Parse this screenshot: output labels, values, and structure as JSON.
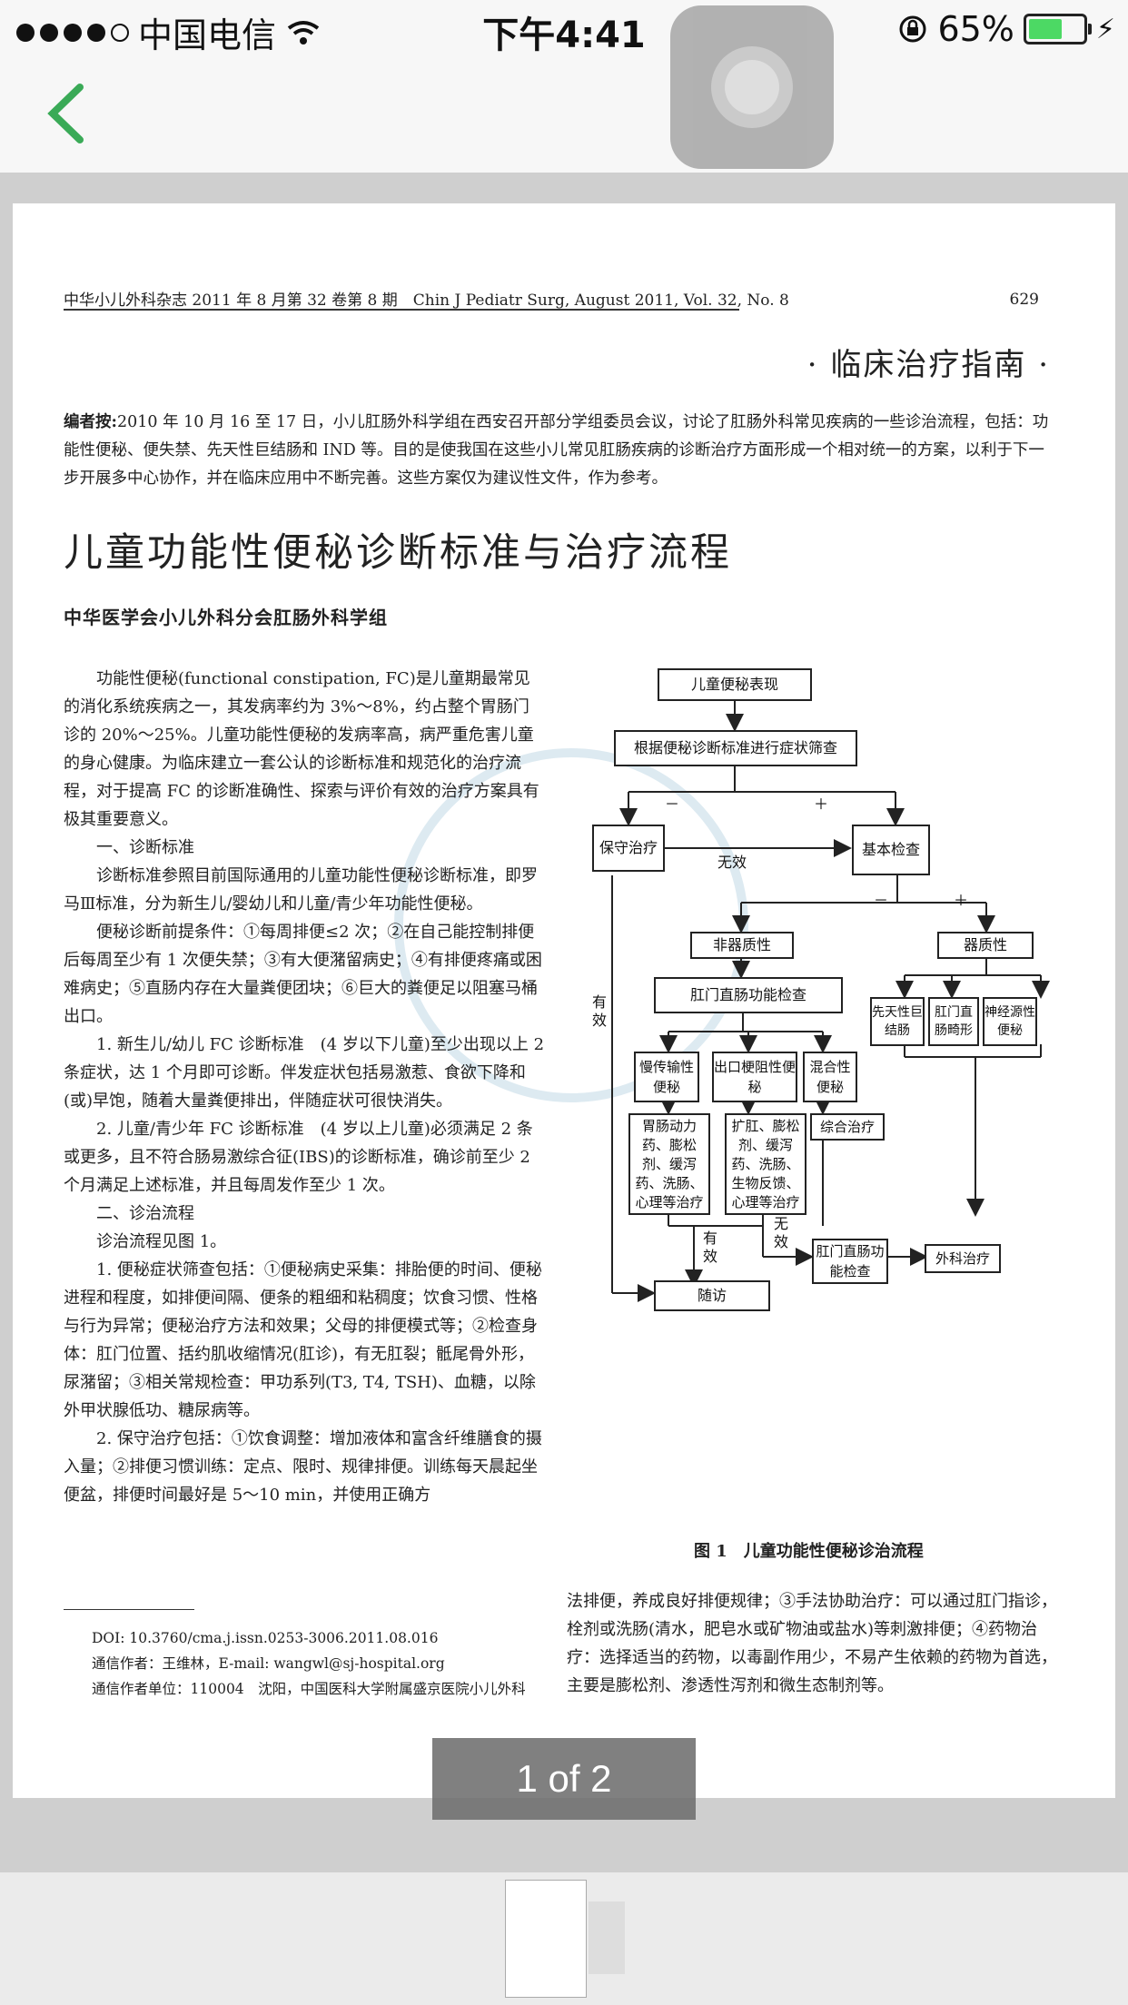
{
  "status_bar": {
    "carrier": "中国电信",
    "time": "下午4:41",
    "battery_percent": "65%",
    "battery_level": 0.65
  },
  "nav": {
    "back_icon": "chevron-left-icon",
    "accent": "#3aaa57"
  },
  "document": {
    "journal_header": "中华小儿外科杂志 2011 年 8 月第 32 卷第 8 期　Chin J Pediatr Surg, August 2011, Vol. 32, No. 8",
    "page_number": "629",
    "section_title": "· 临床治疗指南 ·",
    "editor_label": "编者按:",
    "editor_note": "2010 年 10 月 16 至 17 日，小儿肛肠外科学组在西安召开部分学组委员会议，讨论了肛肠外科常见疾病的一些诊治流程，包括：功能性便秘、便失禁、先天性巨结肠和 IND 等。目的是使我国在这些小儿常见肛肠疾病的诊断治疗方面形成一个相对统一的方案，以利于下一步开展多中心协作，并在临床应用中不断完善。这些方案仅为建议性文件，作为参考。",
    "title": "儿童功能性便秘诊断标准与治疗流程",
    "author": "中华医学会小儿外科分会肛肠外科学组",
    "left_paragraphs": [
      "功能性便秘(functional constipation, FC)是儿童期最常见的消化系统疾病之一，其发病率约为 3%～8%，约占整个胃肠门诊的 20%～25%。儿童功能性便秘的发病率高，病严重危害儿童的身心健康。为临床建立一套公认的诊断标准和规范化的治疗流程，对于提高 FC 的诊断准确性、探索与评价有效的治疗方案具有极其重要意义。",
      "一、诊断标准",
      "诊断标准参照目前国际通用的儿童功能性便秘诊断标准，即罗马Ⅲ标准，分为新生儿/婴幼儿和儿童/青少年功能性便秘。",
      "便秘诊断前提条件：①每周排便≤2 次；②在自己能控制排便后每周至少有 1 次便失禁；③有大便潴留病史；④有排便疼痛或困难病史；⑤直肠内存在大量粪便团块；⑥巨大的粪便足以阻塞马桶出口。",
      "1. 新生儿/幼儿 FC 诊断标准　(4 岁以下儿童)至少出现以上 2 条症状，达 1 个月即可诊断。伴发症状包括易激惹、食欲下降和(或)早饱，随着大量粪便排出，伴随症状可很快消失。",
      "2. 儿童/青少年 FC 诊断标准　(4 岁以上儿童)必须满足 2 条或更多，且不符合肠易激综合征(IBS)的诊断标准，确诊前至少 2 个月满足上述标准，并且每周发作至少 1 次。",
      "二、诊治流程",
      "诊治流程见图 1。",
      "1. 便秘症状筛查包括：①便秘病史采集：排胎便的时间、便秘进程和程度，如排便间隔、便条的粗细和粘稠度；饮食习惯、性格与行为异常；便秘治疗方法和效果；父母的排便模式等；②检查身体：肛门位置、括约肌收缩情况(肛诊)，有无肛裂；骶尾骨外形，尿潴留；③相关常规检查：甲功系列(T3, T4, TSH)、血糖，以除外甲状腺低功、糖尿病等。",
      "2. 保守治疗包括：①饮食调整：增加液体和富含纤维膳食的摄入量；②排便习惯训练：定点、限时、规律排便。训练每天晨起坐便盆，排便时间最好是 5～10 min，并使用正确方"
    ],
    "footnotes": [
      "DOI: 10.3760/cma.j.issn.0253-3006.2011.08.016",
      "通信作者：王维林，E-mail: wangwl@sj-hospital.org",
      "通信作者单位：110004　沈阳，中国医科大学附属盛京医院小儿外科"
    ],
    "right_paragraph": "法排便，养成良好排便规律；③手法协助治疗：可以通过肛门指诊，栓剂或洗肠(清水，肥皂水或矿物油或盐水)等刺激排便；④药物治疗：选择适当的药物，以毒副作用少，不易产生依赖的药物为首选，主要是膨松剂、渗透性泻剂和微生态制剂等。",
    "figure_caption": "图 1　儿童功能性便秘诊治流程",
    "flowchart": {
      "n1": "儿童便秘表现",
      "n2": "根据便秘诊断标准进行症状筛查",
      "n3": "保守治疗",
      "n4": "基本检查",
      "n5": "非器质性",
      "n6": "器质性",
      "n7": "肛门直肠功能检查",
      "n8": "先天性巨结肠",
      "n9": "肛门直肠畸形",
      "n10": "神经源性便秘",
      "n11": "慢传输性便秘",
      "n12": "出口梗阻性便秘",
      "n13": "混合性便秘",
      "n14": "胃肠动力药、膨松剂、缓泻药、洗肠、心理等治疗",
      "n15": "扩肛、膨松剂、缓泻药、洗肠、生物反馈、心理等治疗",
      "n16": "综合治疗",
      "n17": "肛门直肠功能检查",
      "n18": "外科治疗",
      "n19": "随访",
      "minus": "－",
      "plus": "＋",
      "invalid": "无效",
      "effective": "有效"
    },
    "pager_text": "1 of 2"
  }
}
